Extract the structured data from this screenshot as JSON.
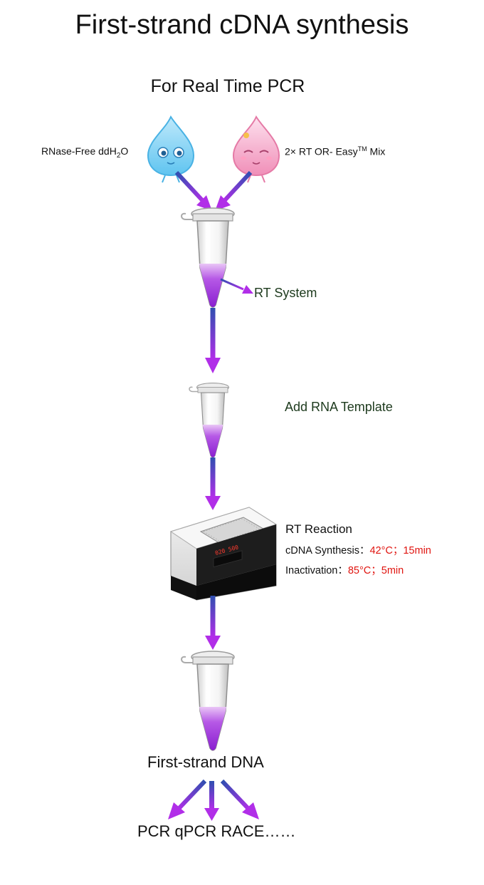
{
  "title": "First-strand cDNA synthesis",
  "subtitle": "For Real Time PCR",
  "reagents": {
    "water": "RNase-Free ddH",
    "water_sub": "2",
    "water_end": "O",
    "mix_prefix": "2× RT OR- Easy",
    "mix_sup": "TM",
    "mix_suffix": " Mix"
  },
  "steps": {
    "rt_system": "RT System",
    "add_template": "Add RNA Template",
    "rt_reaction": "RT Reaction",
    "synthesis_label": "cDNA Synthesis：",
    "synthesis_value": "42°C；15min",
    "inactivation_label": "Inactivation：",
    "inactivation_value": "85°C；5min",
    "device_display": "020 500"
  },
  "product": "First-strand DNA",
  "applications": "PCR  qPCR RACE……",
  "colors": {
    "arrow_start": "#2f4fb0",
    "arrow_end": "#b12ee8",
    "liquid": "#a53ee0",
    "water_drop": "#5fc4f0",
    "mix_drop": "#f08fb8",
    "highlight": "#e0140f"
  }
}
